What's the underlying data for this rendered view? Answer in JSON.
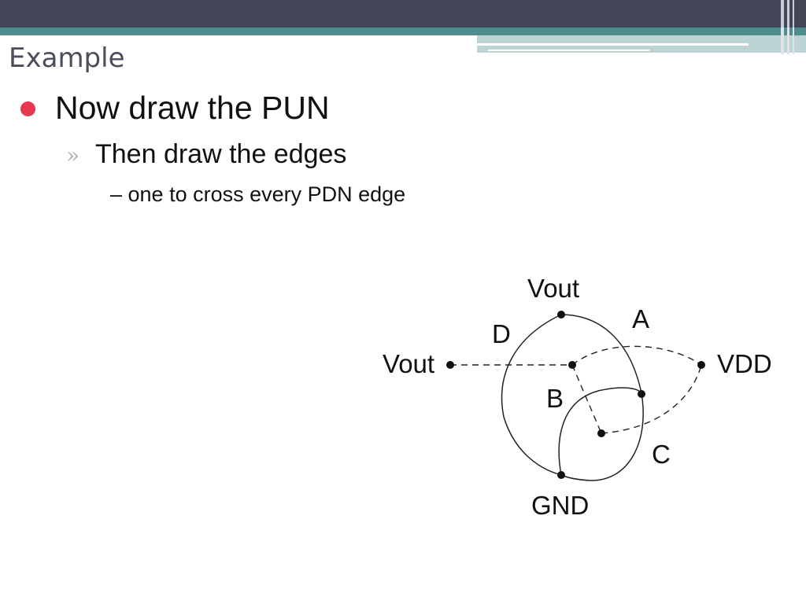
{
  "theme": {
    "bar_dark": "#434556",
    "bar_teal": "#4e8c8d",
    "bar_light": "#bcd4d3",
    "bullet_color": "#e8384f",
    "sub_marker_color": "#aab3bd"
  },
  "slide": {
    "title": "Example",
    "bullet_1": "Now draw the PUN",
    "sub_marker": "»",
    "bullet_2": "Then draw the edges",
    "bullet_3": "– one to cross every PDN edge"
  },
  "diagram": {
    "labels": {
      "vout_top": "Vout",
      "vout_left": "Vout",
      "vdd": "VDD",
      "gnd": "GND",
      "a": "A",
      "b": "B",
      "c": "C",
      "d": "D"
    }
  }
}
